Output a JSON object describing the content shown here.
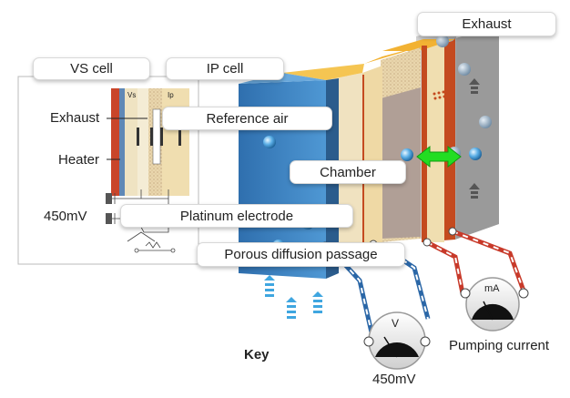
{
  "labels": {
    "exhaust_top": "Exhaust",
    "vs_cell": "VS cell",
    "ip_cell": "IP cell",
    "reference_air": "Reference air",
    "chamber": "Chamber",
    "platinum_electrode": "Platinum electrode",
    "porous_diffusion": "Porous diffusion passage",
    "inset_exhaust": "Exhaust",
    "inset_heater": "Heater",
    "inset_450mv": "450mV",
    "inset_vs": "Vs",
    "inset_ip": "Ip",
    "key": "Key",
    "pumping_current": "Pumping current",
    "gauge_450mv": "450mV"
  },
  "gauges": {
    "voltmeter": "V",
    "ammeter": "mA"
  },
  "colors": {
    "blue_face": "#3b7fc1",
    "gray_block": "#bdbdbd",
    "orange_strip": "#f2b233",
    "rust_strip": "#c24a1f",
    "cream_layer": "#f1dfb3",
    "chamber_gray": "#b2a39b",
    "green_arrow": "#22dd22"
  }
}
